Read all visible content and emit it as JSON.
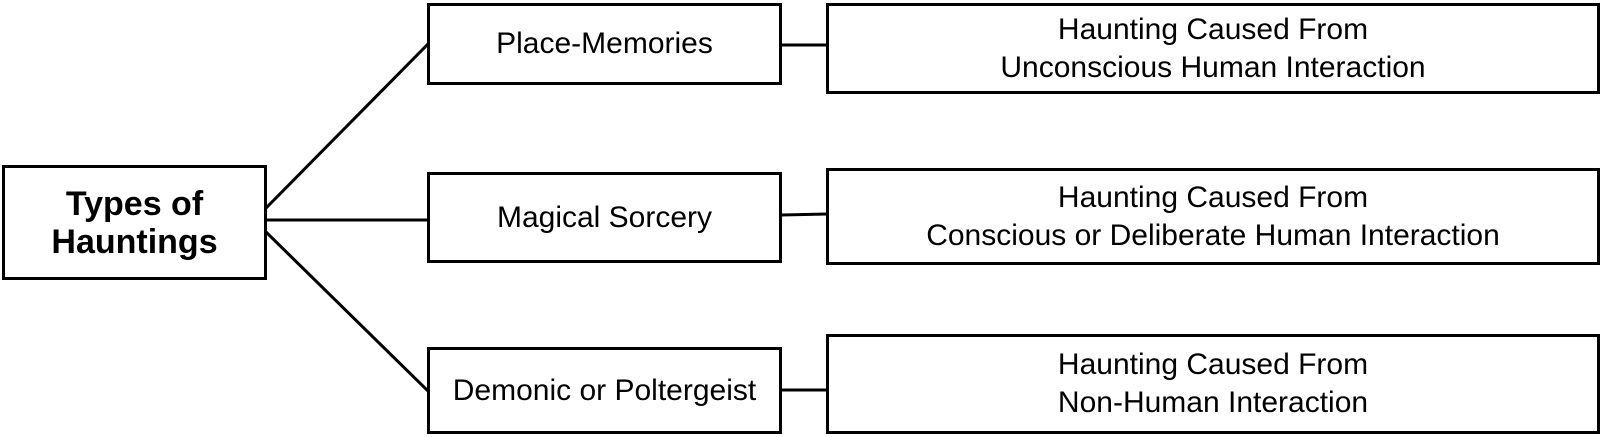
{
  "root": {
    "line1": "Types of",
    "line2": "Hauntings"
  },
  "branches": [
    {
      "label": "Place-Memories",
      "cause_line1": "Haunting Caused From",
      "cause_line2": "Unconscious Human Interaction"
    },
    {
      "label": "Magical Sorcery",
      "cause_line1": "Haunting Caused From",
      "cause_line2": "Conscious or Deliberate Human Interaction"
    },
    {
      "label": "Demonic or Poltergeist",
      "cause_line1": "Haunting Caused From",
      "cause_line2": "Non-Human Interaction"
    }
  ],
  "colors": {
    "stroke": "#000000",
    "background": "#ffffff"
  }
}
